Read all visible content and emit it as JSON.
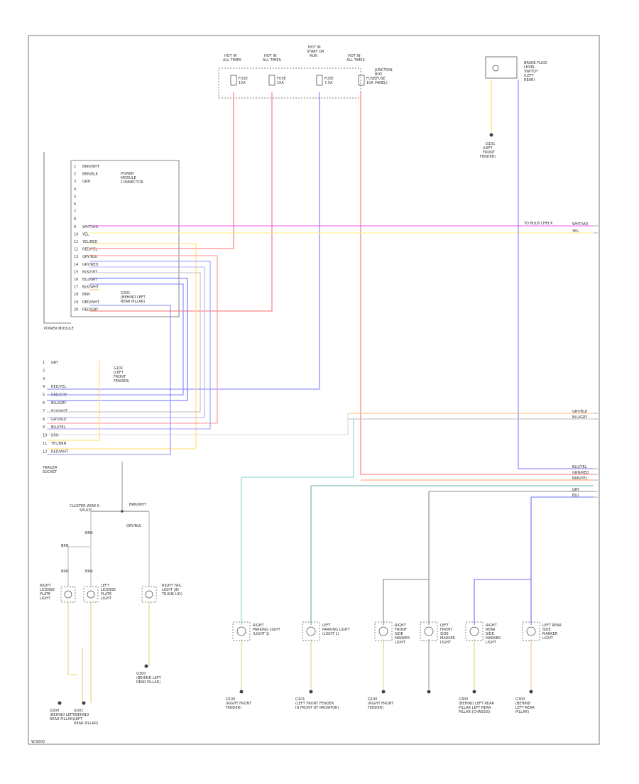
{
  "diagram": {
    "footer_code": "W:0000",
    "fuses": [
      {
        "id": "fuse-1",
        "line1": "HOT IN",
        "line2": "ALL TIMES",
        "rating": "FUSE",
        "amp": "15A"
      },
      {
        "id": "fuse-2",
        "line1": "HOT IN",
        "line2": "ALL TIMES",
        "rating": "FUSE",
        "amp": "10A"
      },
      {
        "id": "fuse-3",
        "line1": "HOT IN",
        "line2": "START OR",
        "line3": "RUN",
        "rating": "FUSE",
        "amp": "7.5A"
      },
      {
        "id": "fuse-4",
        "line1": "HOT IN",
        "line2": "ALL TIMES",
        "rating": "FUSE",
        "amp": "10A"
      }
    ],
    "fuse_box_label": [
      "JUNCTION",
      "BOX",
      "(FUSE",
      "PANEL)"
    ],
    "sensor_label": [
      "BRAKE FLUID",
      "LEVEL",
      "SWITCH",
      "(LEFT",
      "REAR)"
    ],
    "sensor_ground_label": [
      "G101",
      "(LEFT",
      "FRONT",
      "FENDER)"
    ],
    "module_label": "POWER MODULE",
    "module_connector_note": [
      "POWER",
      "MODULE",
      "CONNECTOR"
    ],
    "module_pins": [
      {
        "pin": "1",
        "wire": "BRN/WHT"
      },
      {
        "pin": "2",
        "wire": "BRN/BLK"
      },
      {
        "pin": "3",
        "wire": "GRN"
      },
      {
        "pin": "4",
        "wire": ""
      },
      {
        "pin": "5",
        "wire": ""
      },
      {
        "pin": "6",
        "wire": ""
      },
      {
        "pin": "7",
        "wire": ""
      },
      {
        "pin": "8",
        "wire": ""
      },
      {
        "pin": "9",
        "wire": "WHT/VIO"
      },
      {
        "pin": "10",
        "wire": "YEL"
      },
      {
        "pin": "11",
        "wire": "YEL/RED"
      },
      {
        "pin": "12",
        "wire": "RED/YEL"
      },
      {
        "pin": "13",
        "wire": "GRY/BLU"
      },
      {
        "pin": "14",
        "wire": "GRY/RED"
      },
      {
        "pin": "15",
        "wire": "BLK/GRY"
      },
      {
        "pin": "16",
        "wire": "BLU/GRY"
      },
      {
        "pin": "17",
        "wire": "BLK/WHT"
      },
      {
        "pin": "18",
        "wire": "BRN"
      },
      {
        "pin": "19",
        "wire": "RED/WHT"
      },
      {
        "pin": "20",
        "wire": "RED/GRY"
      }
    ],
    "module_ground_note": [
      "G301",
      "(BEHIND LEFT",
      "REAR PILLAR)"
    ],
    "right_labels": [
      {
        "id": "r1",
        "text": "WHT/VIO"
      },
      {
        "id": "r2",
        "text": "YEL"
      },
      {
        "id": "r3",
        "text": "GRY/BLK"
      },
      {
        "id": "r4",
        "text": "BLU/GRY"
      },
      {
        "id": "r5",
        "text": "BLU/YEL"
      },
      {
        "id": "r6",
        "text": "GRN/RED"
      },
      {
        "id": "r7",
        "text": "BRN/YEL"
      },
      {
        "id": "r8",
        "text": "GRY"
      },
      {
        "id": "r9",
        "text": "BLU"
      }
    ],
    "upper_wire_note": "TO BULB CHECK",
    "lower_connector": {
      "label": [
        "TRAILER",
        "SOCKET"
      ],
      "pins": [
        {
          "pin": "1",
          "wire": "GRY"
        },
        {
          "pin": "2",
          "wire": ""
        },
        {
          "pin": "3",
          "wire": ""
        },
        {
          "pin": "4",
          "wire": "RED/YEL"
        },
        {
          "pin": "5",
          "wire": "RED/GRY"
        },
        {
          "pin": "6",
          "wire": "BLU/GRY"
        },
        {
          "pin": "7",
          "wire": "BLK/WHT"
        },
        {
          "pin": "8",
          "wire": "GRY/BLU"
        },
        {
          "pin": "9",
          "wire": "BLU/YEL"
        },
        {
          "pin": "10",
          "wire": "BRN"
        },
        {
          "pin": "11",
          "wire": "YEL/BRN"
        },
        {
          "pin": "12",
          "wire": "RED/WHT"
        }
      ],
      "note": [
        "G101",
        "(LEFT",
        "FRONT",
        "FENDER)"
      ]
    },
    "splice_label": [
      "CLUSTER WIRE 6",
      "SPLICE"
    ],
    "splice_wire_label": "BRN/WHT",
    "left_bulbs": [
      {
        "id": "lb-1",
        "lines": [
          "RIGHT",
          "LICENSE",
          "PLATE",
          "LIGHT"
        ]
      },
      {
        "id": "lb-2",
        "lines": [
          "LEFT",
          "LICENSE",
          "PLATE",
          "LIGHT"
        ]
      },
      {
        "id": "lb-3",
        "lines": [
          "RIGHT TAIL",
          "LIGHT (IN",
          "TRUNK LID)"
        ]
      }
    ],
    "left_ground_notes": [
      {
        "id": "lg-1",
        "lines": [
          "G300",
          "(BEHIND LEFT",
          "REAR PILLAR)"
        ]
      },
      {
        "id": "lg-2",
        "lines": [
          "G301",
          "(BEHIND",
          "LEFT",
          "REAR PILLAR)"
        ]
      },
      {
        "id": "lg-3",
        "lines": [
          "G300",
          "(BEHIND LEFT",
          "REAR PILLAR)"
        ]
      }
    ],
    "left_wire_labels": [
      "BRN",
      "BRN",
      "BRN",
      "BRN",
      "GRY/BLU"
    ],
    "bottom_lamps": [
      {
        "id": "bl-1",
        "lines": [
          "RIGHT",
          "PARKING LIGHT",
          "(LIGHT 1)"
        ]
      },
      {
        "id": "bl-2",
        "lines": [
          "LEFT",
          "PARKING LIGHT",
          "(LIGHT 1)"
        ]
      },
      {
        "id": "bl-3",
        "lines": [
          "RIGHT",
          "FRONT",
          "SIDE",
          "MARKER",
          "LIGHT"
        ]
      },
      {
        "id": "bl-4",
        "lines": [
          "LEFT",
          "FRONT",
          "SIDE",
          "MARKER",
          "LIGHT"
        ]
      },
      {
        "id": "bl-5",
        "lines": [
          "RIGHT",
          "REAR",
          "SIDE",
          "MARKER",
          "LIGHT"
        ]
      },
      {
        "id": "bl-6",
        "lines": [
          "LEFT REAR",
          "SIDE",
          "MARKER",
          "LIGHT"
        ]
      }
    ],
    "bottom_grounds": [
      {
        "id": "bg-1",
        "lines": [
          "G100",
          "(RIGHT FRONT",
          "FENDER)"
        ]
      },
      {
        "id": "bg-2",
        "lines": [
          "G101",
          "(LEFT FRONT FENDER",
          "IN FRONT OF RADIATOR)"
        ]
      },
      {
        "id": "bg-3",
        "lines": [
          "G100",
          "(RIGHT FRONT",
          "FENDER)"
        ]
      },
      {
        "id": "bg-4",
        "lines": [
          "G300",
          "(BEHIND LEFT REAR",
          "PILLAR LEFT REAR",
          "PILLAR (CHASSIS)"
        ]
      },
      {
        "id": "bg-5",
        "lines": [
          "G300",
          "(BEHIND",
          "LEFT REAR",
          "PILLAR)"
        ]
      }
    ]
  }
}
